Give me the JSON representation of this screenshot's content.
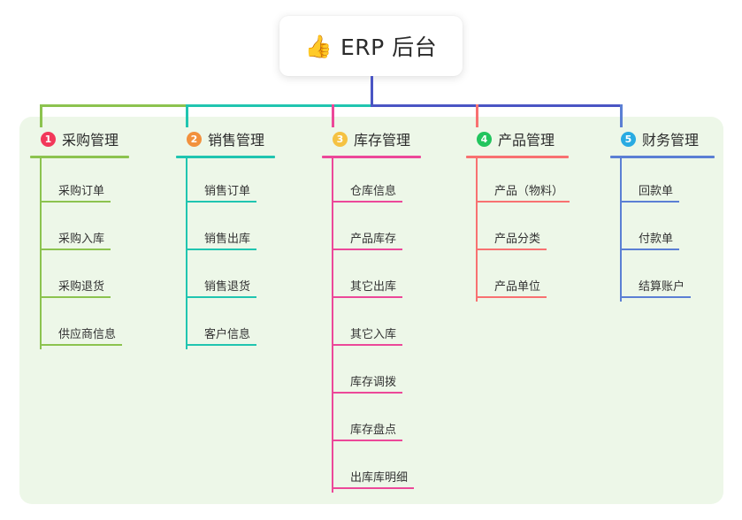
{
  "root": {
    "emoji": "👍",
    "emoji_name": "thumbs-up-emoji",
    "title": "ERP 后台"
  },
  "colors": {
    "canvas": "#ffffff",
    "panel_bg": "#edf7e8",
    "card_bg": "#ffffff",
    "stem": "#4a55c4",
    "text": "#2b2b2b",
    "leaf_text": "#333333",
    "branch_1_line": "#8cc34f",
    "branch_2_line": "#20c5b0",
    "branch_3_line": "#ec4899",
    "branch_4_line": "#f87171",
    "branch_5_line": "#5b7fd4",
    "badge_1": "#f2385a",
    "badge_2": "#f2913d",
    "badge_3": "#f5c242",
    "badge_4": "#22c55e",
    "badge_5": "#29abe2"
  },
  "branches": [
    {
      "index": "1",
      "badge": "❶",
      "badge_number": "1",
      "title": "采购管理",
      "line_color": "#8cc34f",
      "badge_color": "#f2385a",
      "items": [
        {
          "label": "采购订单"
        },
        {
          "label": "采购入库"
        },
        {
          "label": "采购退货"
        },
        {
          "label": "供应商信息"
        }
      ]
    },
    {
      "index": "2",
      "badge": "❷",
      "badge_number": "2",
      "title": "销售管理",
      "line_color": "#20c5b0",
      "badge_color": "#f2913d",
      "items": [
        {
          "label": "销售订单"
        },
        {
          "label": "销售出库"
        },
        {
          "label": "销售退货"
        },
        {
          "label": "客户信息"
        }
      ]
    },
    {
      "index": "3",
      "badge": "❸",
      "badge_number": "3",
      "title": "库存管理",
      "line_color": "#ec4899",
      "badge_color": "#f5c242",
      "items": [
        {
          "label": "仓库信息"
        },
        {
          "label": "产品库存"
        },
        {
          "label": "其它出库"
        },
        {
          "label": "其它入库"
        },
        {
          "label": "库存调拨"
        },
        {
          "label": "库存盘点"
        },
        {
          "label": "出库库明细"
        }
      ]
    },
    {
      "index": "4",
      "badge": "❹",
      "badge_number": "4",
      "title": "产品管理",
      "line_color": "#f87171",
      "badge_color": "#22c55e",
      "items": [
        {
          "label": "产品（物料）"
        },
        {
          "label": "产品分类"
        },
        {
          "label": "产品单位"
        }
      ]
    },
    {
      "index": "5",
      "badge": "❺",
      "badge_number": "5",
      "title": "财务管理",
      "line_color": "#5b7fd4",
      "badge_color": "#29abe2",
      "items": [
        {
          "label": "回款单"
        },
        {
          "label": "付款单"
        },
        {
          "label": "结算账户"
        }
      ]
    }
  ]
}
